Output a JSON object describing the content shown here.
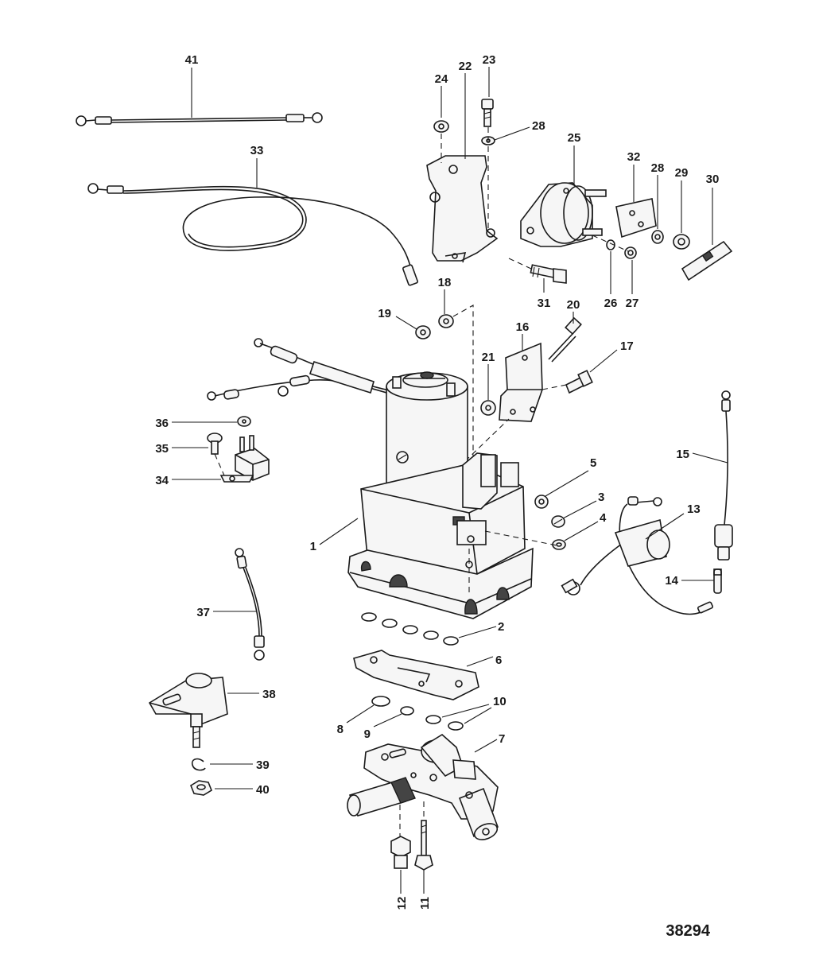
{
  "diagram": {
    "figure_id": "38294",
    "callouts": [
      "1",
      "2",
      "3",
      "4",
      "5",
      "6",
      "7",
      "8",
      "9",
      "10",
      "11",
      "12",
      "13",
      "14",
      "15",
      "16",
      "17",
      "18",
      "19",
      "20",
      "21",
      "22",
      "23",
      "24",
      "25",
      "26",
      "27",
      "28",
      "28",
      "29",
      "30",
      "31",
      "32",
      "33",
      "34",
      "35",
      "36",
      "37",
      "38",
      "39",
      "40",
      "41"
    ]
  }
}
